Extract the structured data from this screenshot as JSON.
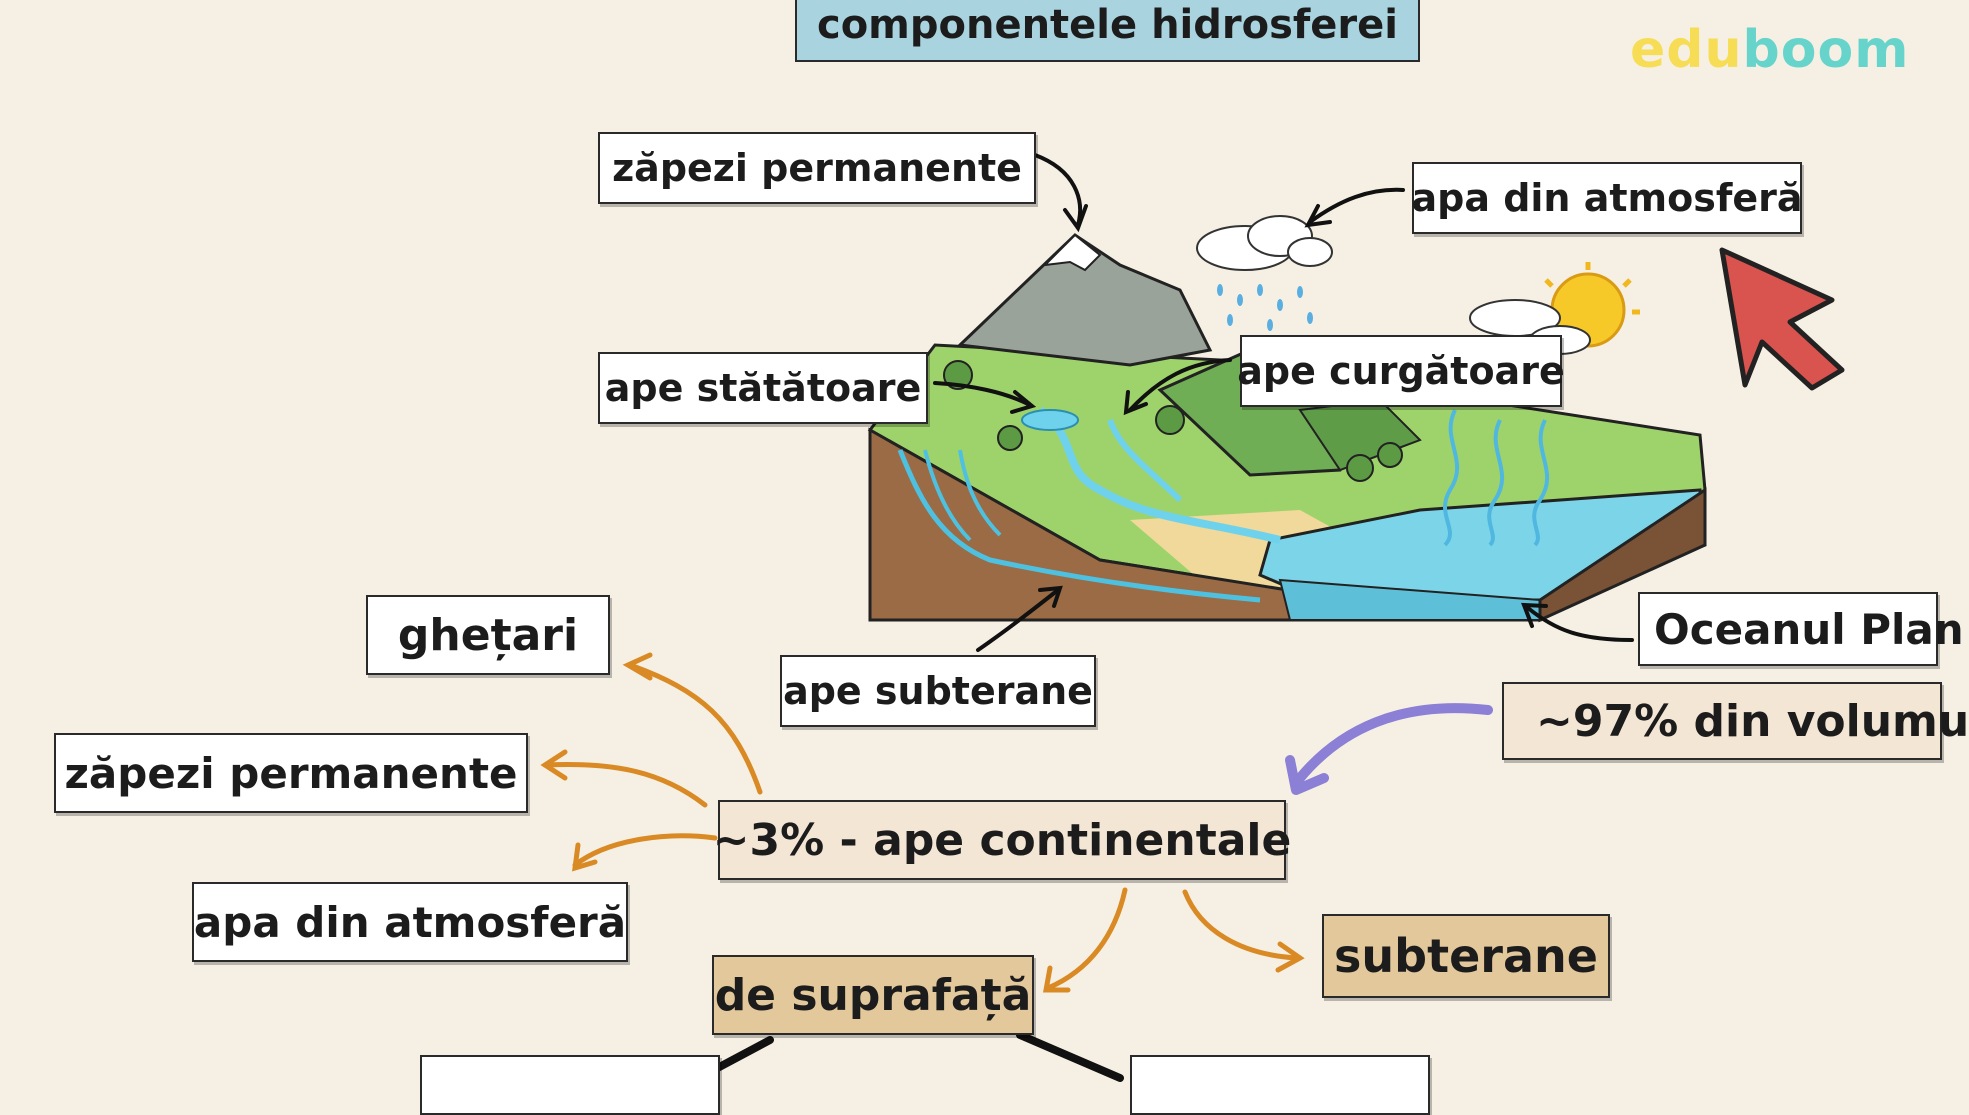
{
  "header": {
    "title": "componentele hidrosferei",
    "logo_part1": "edu",
    "logo_part2": "boom"
  },
  "diagram_labels": {
    "snow_top": "zăpezi permanente",
    "atmosphere_top": "apa din atmosferă",
    "standing_water": "ape stătătoare",
    "running_water": "ape curgătoare",
    "underground_water": "ape subterane",
    "ocean": "Oceanul Plan",
    "ocean_volume": "~97% din volumu"
  },
  "mindmap": {
    "continental": "~3% - ape continentale",
    "glaciers": "ghețari",
    "snow": "zăpezi permanente",
    "atmosphere": "apa din atmosferă",
    "surface": "de suprafață",
    "underground": "subterane"
  },
  "colors": {
    "background": "#f6f0e4",
    "title_banner": "#a8d3df",
    "orange_arrow": "#d98a24",
    "purple_arrow": "#8b7fd6",
    "cursor": "#d9534f",
    "logo_yellow": "#f6dd55",
    "logo_teal": "#67d4cc"
  },
  "icons": [
    "cursor-arrow-icon",
    "sun-icon",
    "cloud-icon",
    "mountain-icon"
  ]
}
